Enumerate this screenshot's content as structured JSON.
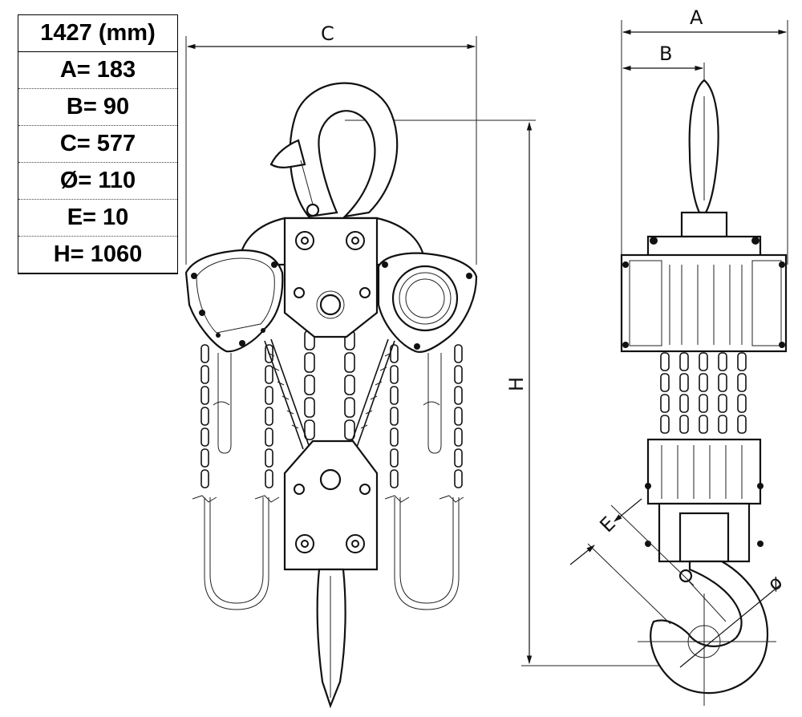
{
  "table": {
    "header": "1427 (mm)",
    "rows": [
      "A= 183",
      "B= 90",
      "C= 577",
      "Ø= 110",
      "E= 10",
      "H= 1060"
    ]
  },
  "dimension_labels": {
    "c": "C",
    "h": "H",
    "a": "A",
    "b": "B",
    "e": "E",
    "phi": "ø"
  }
}
